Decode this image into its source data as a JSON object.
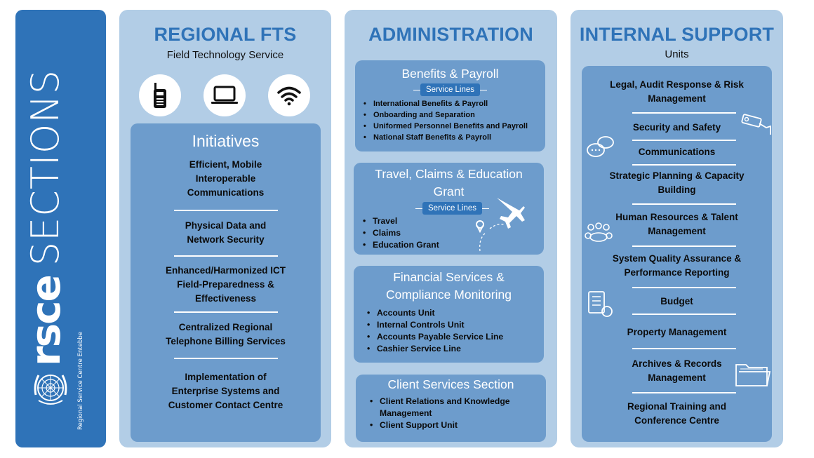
{
  "banner": {
    "logo": "rsce",
    "title": "SECTIONS",
    "subtitle": "Regional Service Centre Entebbe"
  },
  "regional": {
    "title": "REGIONAL FTS",
    "subtitle": "Field Technology Service",
    "icons": [
      "radio-icon",
      "laptop-icon",
      "wifi-icon"
    ],
    "initiatives_title": "Initiatives",
    "items": [
      "Efficient, Mobile\nInteroperable\nCommunications",
      "Physical Data and\nNetwork Security",
      "Enhanced/Harmonized ICT\nField-Preparedness &\nEffectiveness",
      "Centralized Regional\nTelephone Billing Services",
      "Implementation of\nEnterprise Systems and\nCustomer Contact Centre"
    ]
  },
  "administration": {
    "title": "ADMINISTRATION",
    "benefits": {
      "title": "Benefits & Payroll",
      "pill": "Service Lines",
      "items": [
        "International Benefits & Payroll",
        "Onboarding and Separation",
        "Uniformed Personnel Benefits and Payroll",
        "National Staff Benefits & Payroll"
      ]
    },
    "travel": {
      "title": "Travel, Claims & Education\nGrant",
      "pill": "Service Lines",
      "items": [
        "Travel",
        "Claims",
        "Education Grant"
      ]
    },
    "financial": {
      "title": "Financial Services &\nCompliance Monitoring",
      "items": [
        "Accounts Unit",
        "Internal Controls Unit",
        "Accounts Payable Service Line",
        "Cashier Service Line"
      ]
    },
    "client": {
      "title": "Client Services Section",
      "items": [
        "Client Relations and Knowledge\nManagement",
        "Client Support Unit"
      ]
    }
  },
  "internal": {
    "title": "INTERNAL SUPPORT",
    "subtitle": "Units",
    "items": [
      "Legal, Audit Response & Risk\nManagement",
      "Security and Safety",
      "Communications",
      "Strategic  Planning & Capacity\nBuilding",
      "Human Resources & Talent\nManagement",
      "System Quality Assurance &\nPerformance Reporting",
      "Budget",
      "Property Management",
      "Archives & Records\nManagement",
      "Regional Training and\nConference Centre"
    ]
  },
  "colors": {
    "brand_blue": "#2f73b8",
    "column_bg": "#b2cde6",
    "inner_bg": "#6d9ccc"
  }
}
